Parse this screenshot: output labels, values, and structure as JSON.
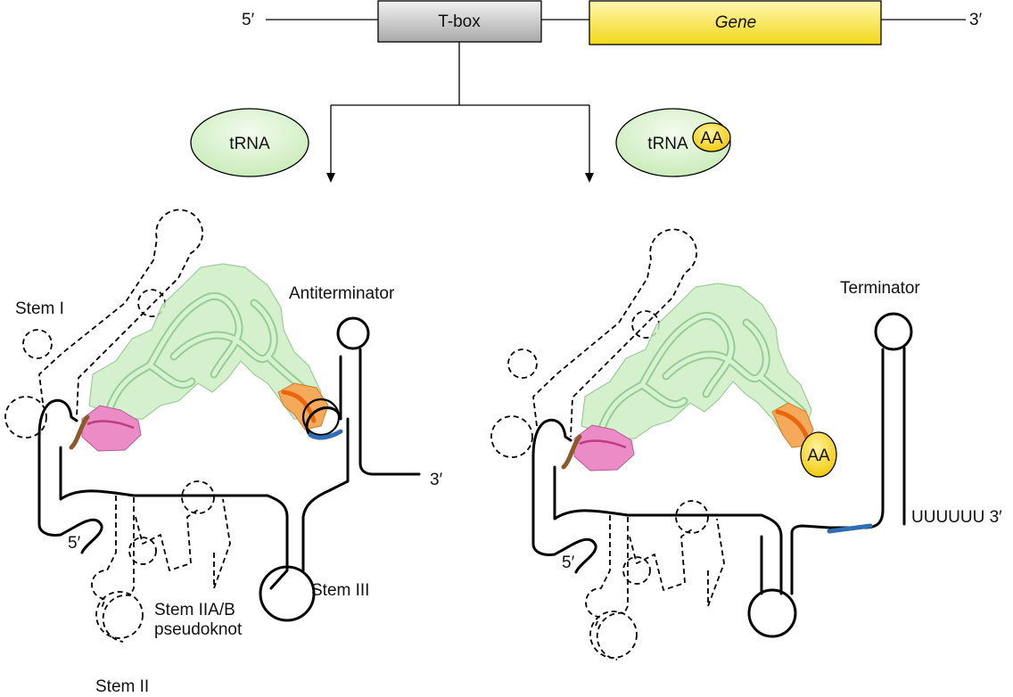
{
  "top": {
    "five_prime": "5′",
    "tbox_label": "T-box",
    "gene_label": "Gene",
    "three_prime": "3′"
  },
  "ligands": {
    "uncharged_trna": "tRNA",
    "charged_trna": "tRNA",
    "aa_badge": "AA"
  },
  "left_panel": {
    "stem_i": "Stem I",
    "antiterminator": "Antiterminator",
    "three_prime": "3′",
    "five_prime": "5′",
    "stem_iii": "Stem III",
    "stem_iiab_line1": "Stem IIA/B",
    "stem_iiab_line2": "pseudoknot",
    "stem_ii": "Stem II"
  },
  "right_panel": {
    "terminator": "Terminator",
    "five_prime": "5′",
    "poly_u": "UUUUUU 3′",
    "aa_badge": "AA"
  },
  "colors": {
    "tbox_fill": "#c9c9c9",
    "gene_fill": "#f6e14a",
    "ligand_fill": "#d9f2c8",
    "aa_fill": "#f4d21c",
    "trna_green": "#cdeec5",
    "pink": "#ec8cc6",
    "orange": "#f5a95a",
    "brown": "#8b5a2b",
    "blue": "#2f6db5"
  }
}
